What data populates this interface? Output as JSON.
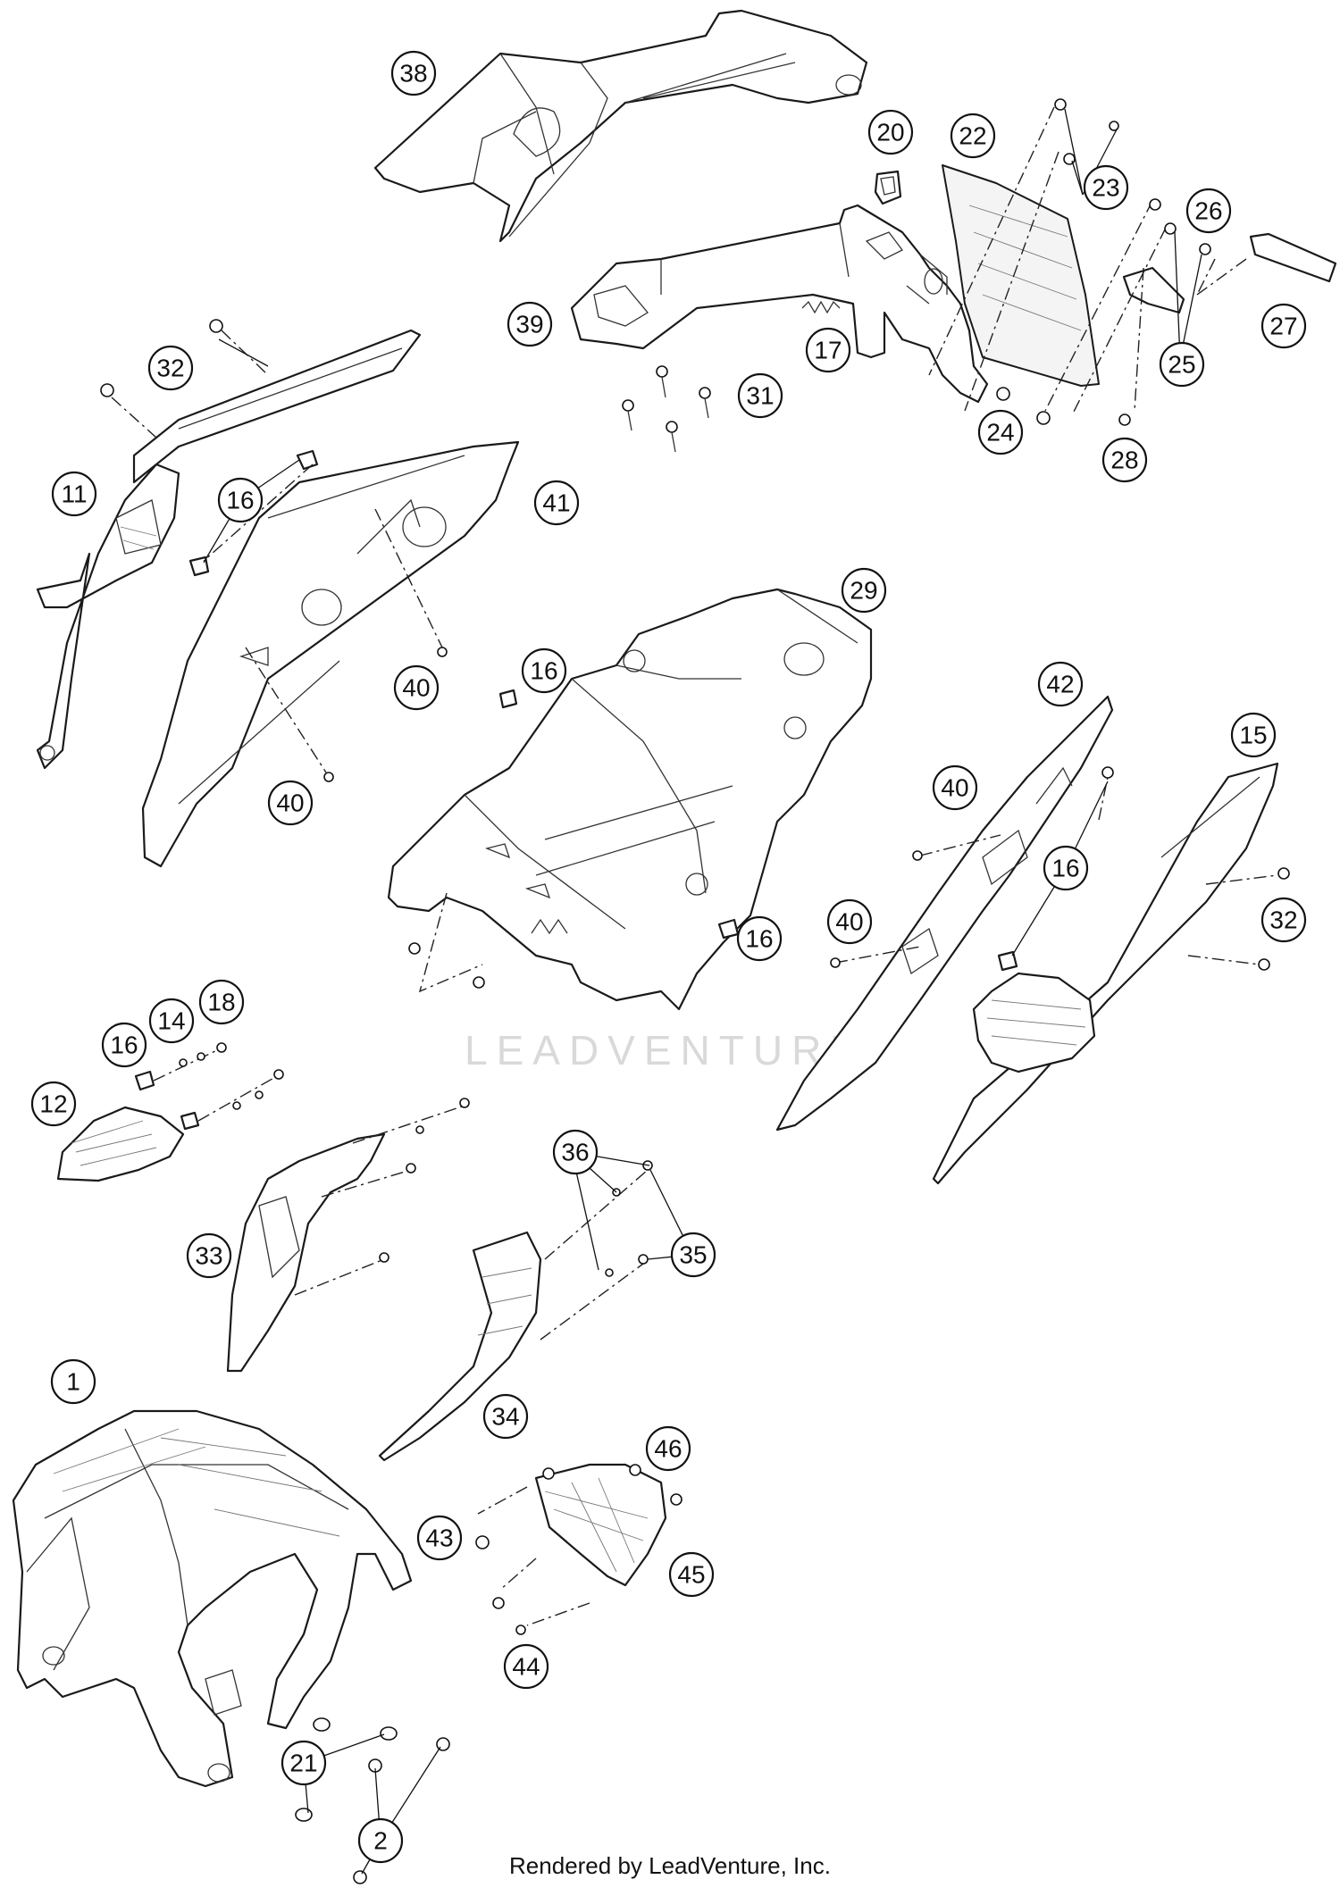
{
  "diagram": {
    "watermark": "LEADVENTURE",
    "credit": "Rendered by LeadVenture, Inc.",
    "callouts": [
      {
        "id": "c38",
        "label": "38"
      },
      {
        "id": "c20",
        "label": "20"
      },
      {
        "id": "c22",
        "label": "22"
      },
      {
        "id": "c23",
        "label": "23"
      },
      {
        "id": "c26",
        "label": "26"
      },
      {
        "id": "c27",
        "label": "27"
      },
      {
        "id": "c25",
        "label": "25"
      },
      {
        "id": "c39",
        "label": "39"
      },
      {
        "id": "c17",
        "label": "17"
      },
      {
        "id": "c31",
        "label": "31"
      },
      {
        "id": "c24",
        "label": "24"
      },
      {
        "id": "c28",
        "label": "28"
      },
      {
        "id": "c32a",
        "label": "32"
      },
      {
        "id": "c11",
        "label": "11"
      },
      {
        "id": "c16a",
        "label": "16"
      },
      {
        "id": "c41",
        "label": "41"
      },
      {
        "id": "c40a",
        "label": "40"
      },
      {
        "id": "c40b",
        "label": "40"
      },
      {
        "id": "c29",
        "label": "29"
      },
      {
        "id": "c16b",
        "label": "16"
      },
      {
        "id": "c42",
        "label": "42"
      },
      {
        "id": "c15",
        "label": "15"
      },
      {
        "id": "c40c",
        "label": "40"
      },
      {
        "id": "c16c",
        "label": "16"
      },
      {
        "id": "c40d",
        "label": "40"
      },
      {
        "id": "c32b",
        "label": "32"
      },
      {
        "id": "c16d",
        "label": "16"
      },
      {
        "id": "c18",
        "label": "18"
      },
      {
        "id": "c14",
        "label": "14"
      },
      {
        "id": "c16e",
        "label": "16"
      },
      {
        "id": "c12",
        "label": "12"
      },
      {
        "id": "c36",
        "label": "36"
      },
      {
        "id": "c35",
        "label": "35"
      },
      {
        "id": "c33",
        "label": "33"
      },
      {
        "id": "c1",
        "label": "1"
      },
      {
        "id": "c34",
        "label": "34"
      },
      {
        "id": "c46",
        "label": "46"
      },
      {
        "id": "c43",
        "label": "43"
      },
      {
        "id": "c45",
        "label": "45"
      },
      {
        "id": "c44",
        "label": "44"
      },
      {
        "id": "c21",
        "label": "21"
      },
      {
        "id": "c2",
        "label": "2"
      }
    ]
  }
}
